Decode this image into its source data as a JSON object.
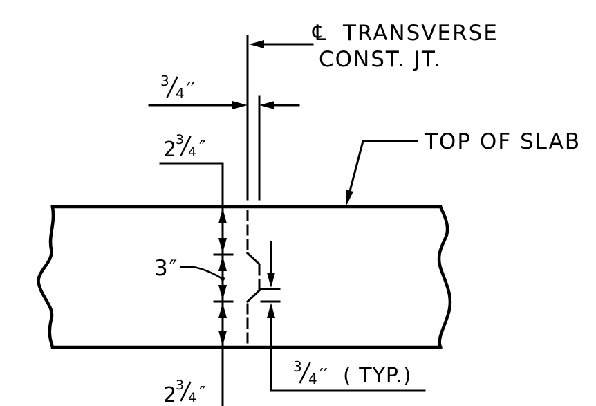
{
  "labels": {
    "cl_symbol": "℄",
    "cl_line1": "TRANSVERSE",
    "cl_line2": "CONST. JT.",
    "top_of_slab": "TOP OF SLAB",
    "three_inch": "3″",
    "three_quarter_top": {
      "num": "3",
      "den": "4",
      "mark": "′′"
    },
    "two_three_quarter_top": {
      "whole": "2",
      "num": "3",
      "den": "4",
      "mark": "″"
    },
    "two_three_quarter_bottom": {
      "whole": "2",
      "num": "3",
      "den": "4",
      "mark": "″"
    },
    "three_quarter_typ": {
      "num": "3",
      "den": "4",
      "mark": "′′",
      "suffix": "( TYP.)"
    }
  }
}
